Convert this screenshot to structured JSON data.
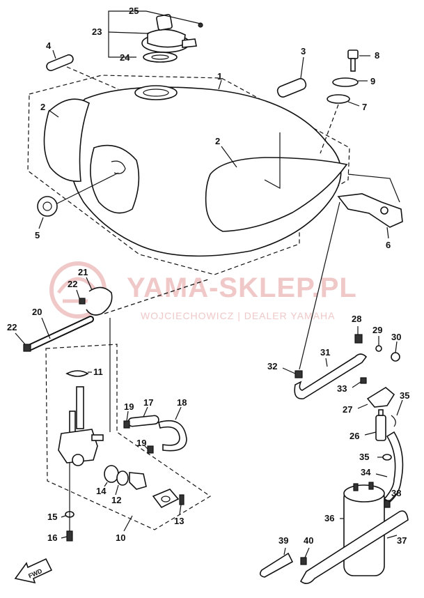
{
  "watermark": {
    "brand": "YAMA-SKLEP.PL",
    "tagline": "WOJCIECHOWICZ | DEALER YAMAHA",
    "color": "#f0c8c8"
  },
  "direction_label": "FWD",
  "part_numbers": {
    "p1": "1",
    "p2a": "2",
    "p2b": "2",
    "p3": "3",
    "p4": "4",
    "p5": "5",
    "p6": "6",
    "p7": "7",
    "p8": "8",
    "p9": "9",
    "p10": "10",
    "p11": "11",
    "p12": "12",
    "p13": "13",
    "p14": "14",
    "p15": "15",
    "p16": "16",
    "p17": "17",
    "p18": "18",
    "p19a": "19",
    "p19b": "19",
    "p20": "20",
    "p21": "21",
    "p22a": "22",
    "p22b": "22",
    "p23": "23",
    "p24": "24",
    "p25": "25",
    "p26": "26",
    "p27": "27",
    "p28": "28",
    "p29": "29",
    "p30": "30",
    "p31": "31",
    "p32": "32",
    "p33": "33",
    "p34": "34",
    "p35a": "35",
    "p35b": "35",
    "p36": "36",
    "p37": "37",
    "p38": "38",
    "p39": "39",
    "p40": "40"
  }
}
